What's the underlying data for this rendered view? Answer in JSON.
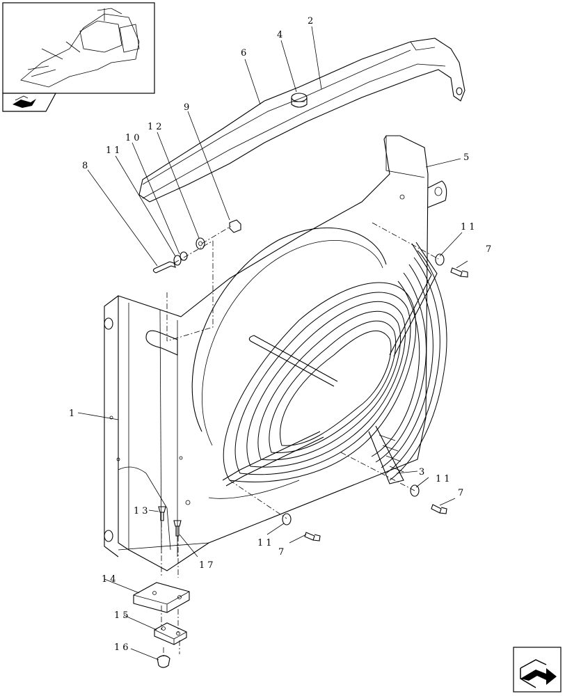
{
  "callouts": [
    "1",
    "2",
    "3",
    "4",
    "5",
    "6",
    "7",
    "7",
    "7",
    "8",
    "9",
    "10",
    "11",
    "11",
    "11",
    "11",
    "12",
    "13",
    "14",
    "15",
    "16",
    "17"
  ],
  "icons": {
    "thumbnail": "machine-overview-thumbnail",
    "prev_nav": "previous-page-arrow-icon",
    "next_nav": "next-page-arrow-icon"
  },
  "colors": {
    "line": "#000000",
    "background": "#ffffff"
  }
}
